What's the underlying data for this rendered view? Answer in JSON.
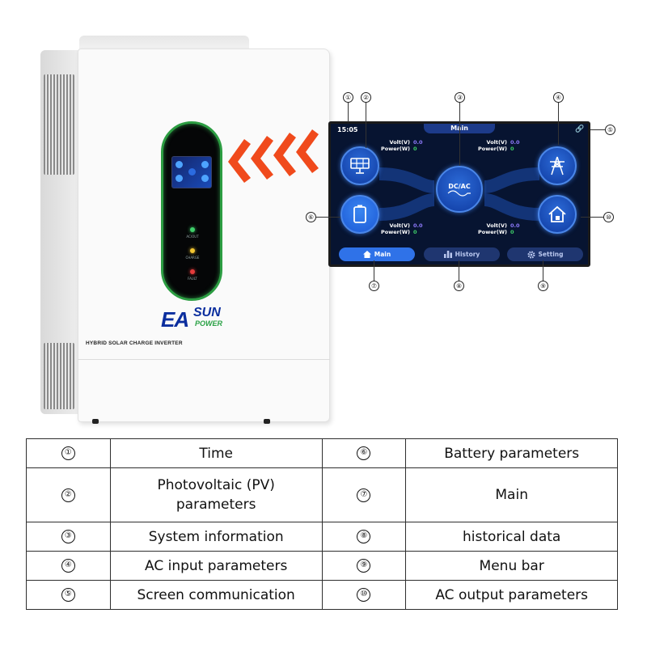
{
  "inverter": {
    "brand_ea": "EA",
    "brand_sun": "SUN",
    "brand_power": "POWER",
    "caption": "HYBRID SOLAR CHARGE INVERTER",
    "leds": [
      {
        "label": "AC/OUT",
        "color": "#3fd06a"
      },
      {
        "label": "CHARGE",
        "color": "#f2c531"
      },
      {
        "label": "FAULT",
        "color": "#e23b3b"
      }
    ]
  },
  "screen": {
    "time": "15:05",
    "title": "Main",
    "system_label": "DC/AC",
    "pv": {
      "volt_label": "Volt(V)",
      "volt_value": "0.0",
      "power_label": "Power(W)",
      "power_value": "0"
    },
    "ac_input": {
      "volt_label": "Volt(V)",
      "volt_value": "0.0",
      "power_label": "Power(W)",
      "power_value": "0"
    },
    "battery": {
      "volt_label": "Volt(V)",
      "volt_value": "0.0",
      "power_label": "Power(W)",
      "power_value": "0"
    },
    "ac_output": {
      "volt_label": "Volt(V)",
      "volt_value": "0.0",
      "power_label": "Power(W)",
      "power_value": "0"
    },
    "menu": [
      {
        "label": "Main",
        "icon": "home-icon",
        "active": true
      },
      {
        "label": "History",
        "icon": "bar-chart-icon",
        "active": false
      },
      {
        "label": "Setting",
        "icon": "gear-icon",
        "active": false
      }
    ],
    "colors": {
      "accent": "#2f72e8",
      "background": "#071431",
      "volt_value": "#8f7bff",
      "power_value": "#3fd06a"
    }
  },
  "callouts": [
    "①",
    "②",
    "③",
    "④",
    "⑤",
    "⑥",
    "⑦",
    "⑧",
    "⑨",
    "⑩"
  ],
  "legend": {
    "rows": [
      {
        "left_num": "①",
        "left_text": "Time",
        "right_num": "⑥",
        "right_text": "Battery parameters"
      },
      {
        "left_num": "②",
        "left_text": "Photovoltaic (PV) parameters",
        "right_num": "⑦",
        "right_text": "Main"
      },
      {
        "left_num": "③",
        "left_text": "System information",
        "right_num": "⑧",
        "right_text": "historical data"
      },
      {
        "left_num": "④",
        "left_text": "AC input parameters",
        "right_num": "⑨",
        "right_text": "Menu bar"
      },
      {
        "left_num": "⑤",
        "left_text": "Screen communication",
        "right_num": "⑩",
        "right_text": "AC output parameters"
      }
    ]
  }
}
